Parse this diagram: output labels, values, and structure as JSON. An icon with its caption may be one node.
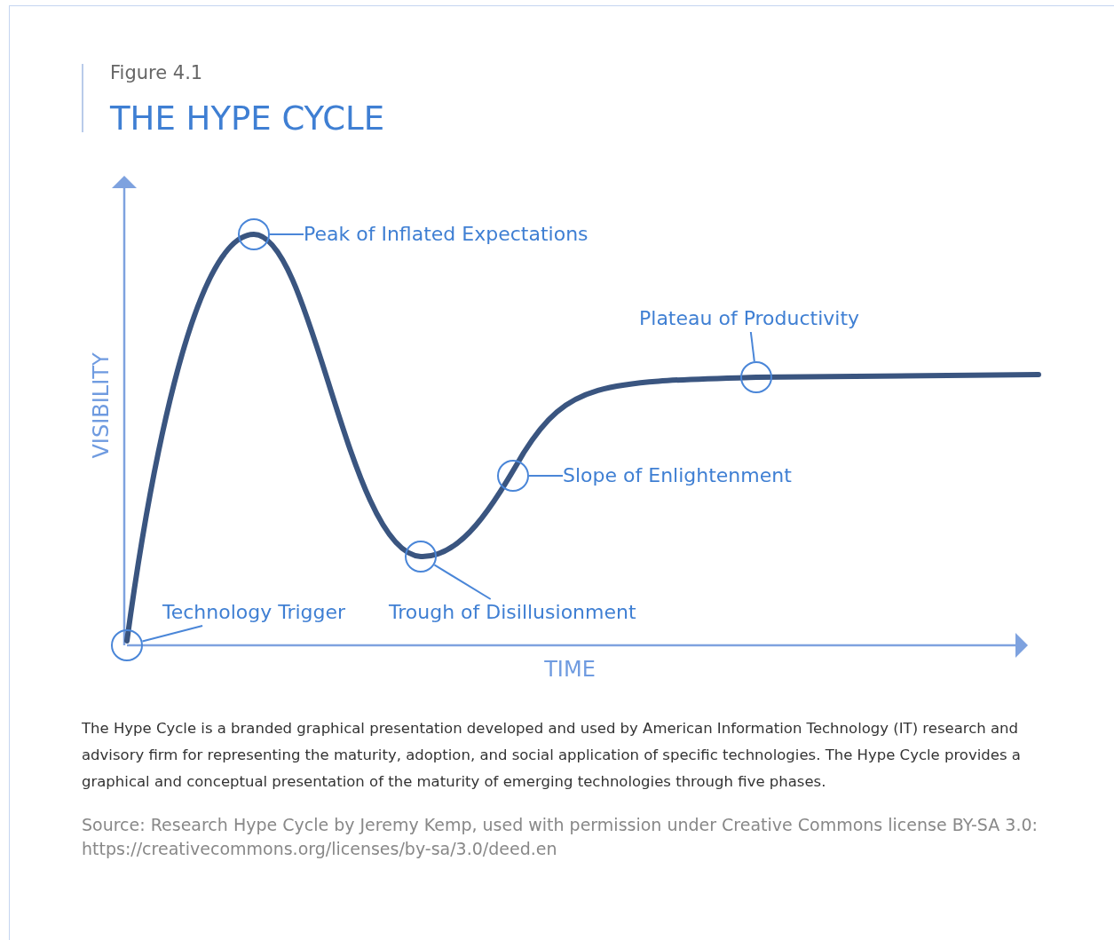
{
  "diagram": {
    "title": "THE HYPE CYCLE",
    "caption": "The Hype Cycle is a branded graphical presentation developed and used by American Information Technology (IT) research and advisory firm for representing the maturity, adoption, and social application of specific technologies. The Hype Cycle provides a graphical and conceptual presentation of the maturity of emerging technologies through five phases.",
    "nodes": [
      {
        "text": [
          "Peak of Inflated Expectations"
        ]
      },
      {
        "text": [
          "Plateau of Productivity"
        ]
      },
      {
        "text": [
          "Slope of Enlightenment"
        ]
      },
      {
        "text": [
          "Technology Trigger"
        ]
      },
      {
        "text": [
          "Trough of Disillusionment"
        ]
      },
      {
        "text": [],
        "shape": "circle"
      },
      {
        "text": [],
        "shape": "circle"
      },
      {
        "text": [],
        "shape": "circle"
      },
      {
        "text": [],
        "shape": "circle"
      },
      {
        "text": [],
        "shape": "circle"
      }
    ],
    "edges": [
      {
        "from": 0,
        "to": 6,
        "arrow": "none"
      },
      {
        "from": 1,
        "to": 9,
        "arrow": "none"
      },
      {
        "from": 2,
        "to": 8,
        "arrow": "none"
      },
      {
        "from": 3,
        "to": 5,
        "arrow": "none"
      },
      {
        "from": 4,
        "to": 7,
        "arrow": "none"
      }
    ],
    "labels": [
      "Figure 4.1",
      "VISIBILITY",
      "TIME",
      "Source: Research Hype Cycle by Jeremy Kemp, used with permission under Creative Commons license BY-SA 3.0: https://creativecommons.org/licenses/by-sa/3.0/deed.en"
    ]
  }
}
